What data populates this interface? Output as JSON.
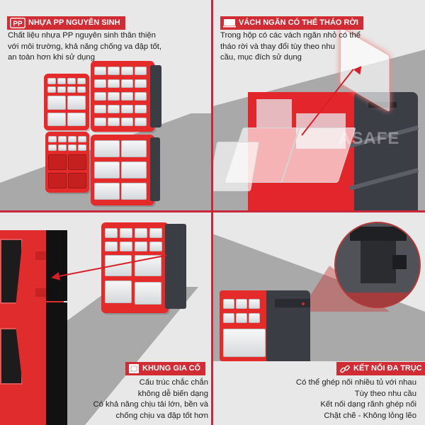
{
  "colors": {
    "accent": "#d12b33",
    "divider": "#c8283a",
    "background": "#e8e8e8",
    "floor_shadow": "#a9a9a9",
    "organizer_red": "#e52a2a",
    "organizer_black": "#3a3d44",
    "text": "#222222"
  },
  "panels": [
    {
      "id": "pp-plastic",
      "icon": "pp-icon",
      "icon_text": "PP",
      "title": "NHỰA PP NGUYÊN SINH",
      "lines": [
        "Chất liệu nhựa PP nguyên sinh thân thiện",
        "với môi trường, khả năng chống va đập tốt,",
        "an toàn hơn khi sử dụng"
      ]
    },
    {
      "id": "removable-divider",
      "icon": "divider-panel-icon",
      "title": "VÁCH NGĂN CÓ THỂ THÁO RỜI",
      "lines": [
        "Trong hộp có các vách ngăn nhỏ có thể",
        "tháo rời và thay đổi tùy theo nhu",
        "cầu, mục đích sử dụng"
      ]
    },
    {
      "id": "reinforced-frame",
      "icon": "frame-icon",
      "title": "KHUNG GIA CỐ",
      "lines": [
        "Cấu trúc chắc chắn",
        "không dễ biến dạng",
        "Có khả năng chịu tải lớn, bền và",
        "chống chịu va đập tốt hơn"
      ]
    },
    {
      "id": "multi-axis-connect",
      "icon": "link-icon",
      "title": "KẾT NỐI ĐA TRỤC",
      "lines": [
        "Có thể ghép nối nhiều tủ với nhau",
        "Tùy theo nhu cầu",
        "Kết nối dạng rãnh ghép nối",
        "Chặt chẽ - Không lỏng lẽo"
      ]
    }
  ],
  "watermark": "ASAFE"
}
